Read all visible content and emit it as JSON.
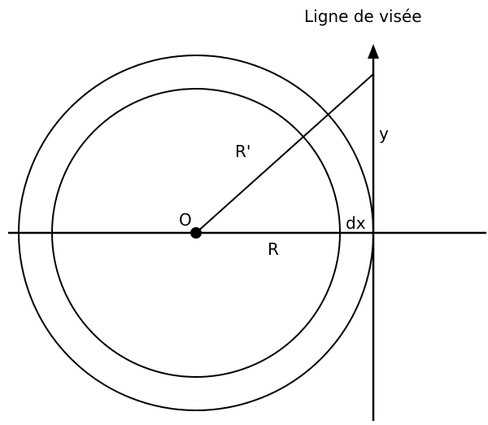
{
  "labels": {
    "title": "Ligne de visée",
    "y": "y",
    "r_prime": "R'",
    "origin": "O",
    "dx": "dx",
    "r": "R"
  },
  "colors": {
    "stroke": "#000000",
    "background": "#ffffff"
  }
}
